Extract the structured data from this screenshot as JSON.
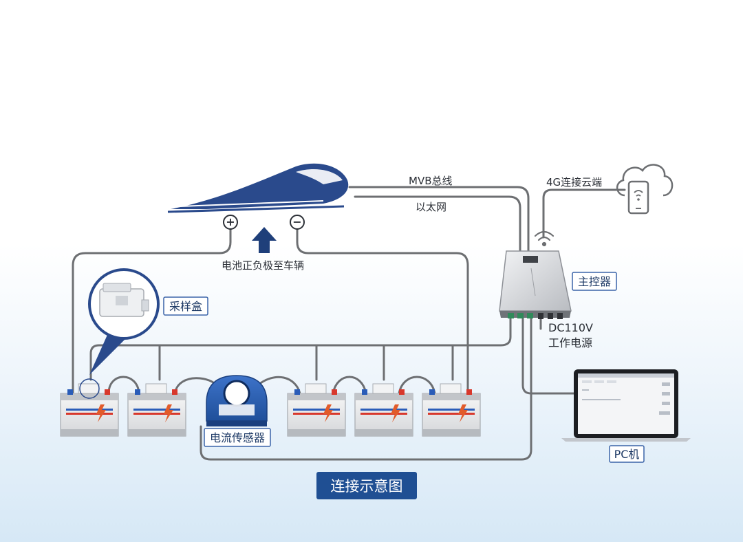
{
  "labels": {
    "mvb_bus": "MVB总线",
    "ethernet": "以太网",
    "cloud_4g": "4G连接云端",
    "battery_to_vehicle": "电池正负极至车辆",
    "sampling_box": "采样盒",
    "main_controller": "主控器",
    "power_line1": "DC110V",
    "power_line2": "工作电源",
    "current_sensor": "电流传感器",
    "pc": "PC机",
    "diagram_title": "连接示意图"
  },
  "symbols": {
    "plus": "+",
    "minus": "−"
  },
  "colors": {
    "train_blue": "#2a4a8c",
    "wire_gray": "#6d6f72",
    "title_bg": "#1f4f93",
    "label_border": "#3a63a8",
    "battery_red": "#d8382c",
    "battery_blue": "#2a5cb8"
  }
}
